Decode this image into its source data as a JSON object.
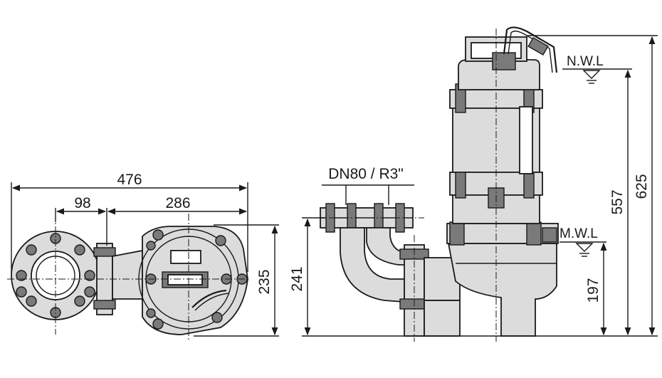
{
  "drawing": {
    "dimensions": {
      "overall_width": "476",
      "flange_offset": "98",
      "body_width": "286",
      "plan_height": "235",
      "discharge_height": "241",
      "min_water_level_height": "197",
      "normal_water_level_height": "557",
      "overall_height": "625"
    },
    "labels": {
      "discharge_size": "DN80 / R3\"",
      "normal_water_level": "N.W.L",
      "min_water_level": "M.W.L"
    }
  },
  "colors": {
    "line": "#1a1a1a",
    "body_fill": "#dcdcdc",
    "dark_fill": "#7a7a7a"
  }
}
